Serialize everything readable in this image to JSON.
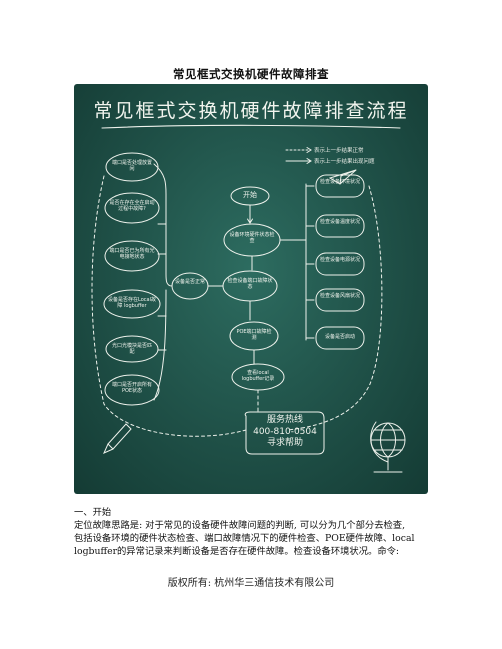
{
  "doc": {
    "title": "常见框式交换机硬件故障排查",
    "section_heading": "一、开始",
    "paragraph_lines": [
      "定位故障思路是: 对于常见的设备硬件故障问题的判断, 可以分为几个部分去检查,",
      "包括设备环境的硬件状态检查、端口故障情况下的硬件检查、POE硬件故障、local",
      "logbuffer的异常记录来判断设备是否存在硬件故障。检查设备环境状况。命令:"
    ],
    "footer": "版权所有: 杭州华三通信技术有限公司"
  },
  "flowchart": {
    "board_title": "常见框式交换机硬件故障排查流程",
    "legend": {
      "dashed": "表示上一步结果正常",
      "solid": "表示上一步结果出现问题"
    },
    "start": "开始",
    "left_nodes": [
      "端口是否处理放置闲",
      "是否在存在全在启动过程中故障?",
      "端口是否已为所有光电接地状态",
      "设备是否存在Local故障 logbuffer",
      "光口光模块是否匹配",
      "端口是否开启所有POE状态"
    ],
    "left_center": "设备是否正常",
    "center_nodes": [
      "设备环境硬件状态检查",
      "检查设备端口故障状态",
      "POE端口故障检测",
      "查看local logbuffer记录"
    ],
    "right_nodes": [
      "检查设备环境状况",
      "检查设备温度状况",
      "检查设备电源状况",
      "检查设备风扇状况",
      "设备是否启动"
    ],
    "hotline": {
      "label": "服务热线",
      "number": "400-810-0504",
      "note": "寻求帮助"
    }
  },
  "colors": {
    "board": "#1f5047",
    "chalk": "#f1f4ee"
  }
}
